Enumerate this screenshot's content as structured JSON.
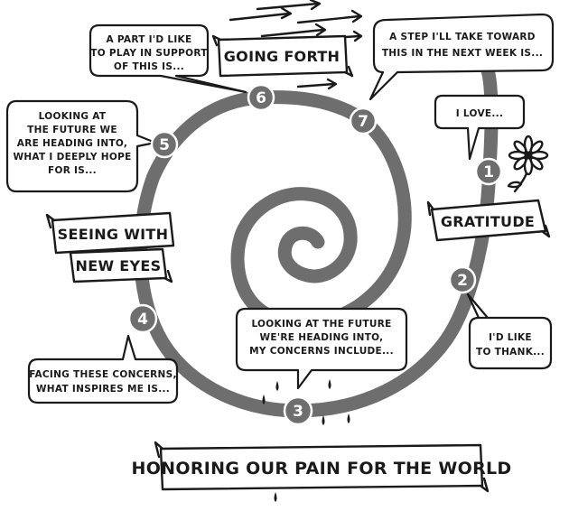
{
  "title": "",
  "banners": {
    "going_forth": "GOING FORTH",
    "gratitude": "GRATITUDE",
    "seeing_line1": "SEEING WITH",
    "seeing_line2": "NEW EYES",
    "honoring": "HONORING OUR PAIN FOR THE WORLD"
  },
  "nodes": [
    "1",
    "2",
    "3",
    "4",
    "5",
    "6",
    "7"
  ],
  "prompts": {
    "p1": [
      "I LOVE..."
    ],
    "p2": [
      "I'D LIKE",
      "TO THANK..."
    ],
    "p3": [
      "LOOKING AT THE FUTURE",
      "WE'RE HEADING INTO,",
      "MY CONCERNS INCLUDE..."
    ],
    "p4": [
      "FACING THESE CONCERNS,",
      "WHAT INSPIRES ME IS..."
    ],
    "p5": [
      "LOOKING AT",
      "THE FUTURE WE",
      "ARE HEADING INTO,",
      "WHAT I DEEPLY HOPE",
      "FOR IS..."
    ],
    "p6": [
      "A PART I'D LIKE",
      "TO PLAY IN SUPPORT",
      "OF THIS IS..."
    ],
    "p7": [
      "A STEP I'LL TAKE TOWARD",
      "THIS IN THE NEXT WEEK IS..."
    ]
  },
  "colors": {
    "spiral": "#6e6e6e",
    "ink": "#1a1a1a",
    "background": "#ffffff"
  },
  "icons": [
    "flower-icon",
    "arrow-icon",
    "raindrop-icon"
  ]
}
